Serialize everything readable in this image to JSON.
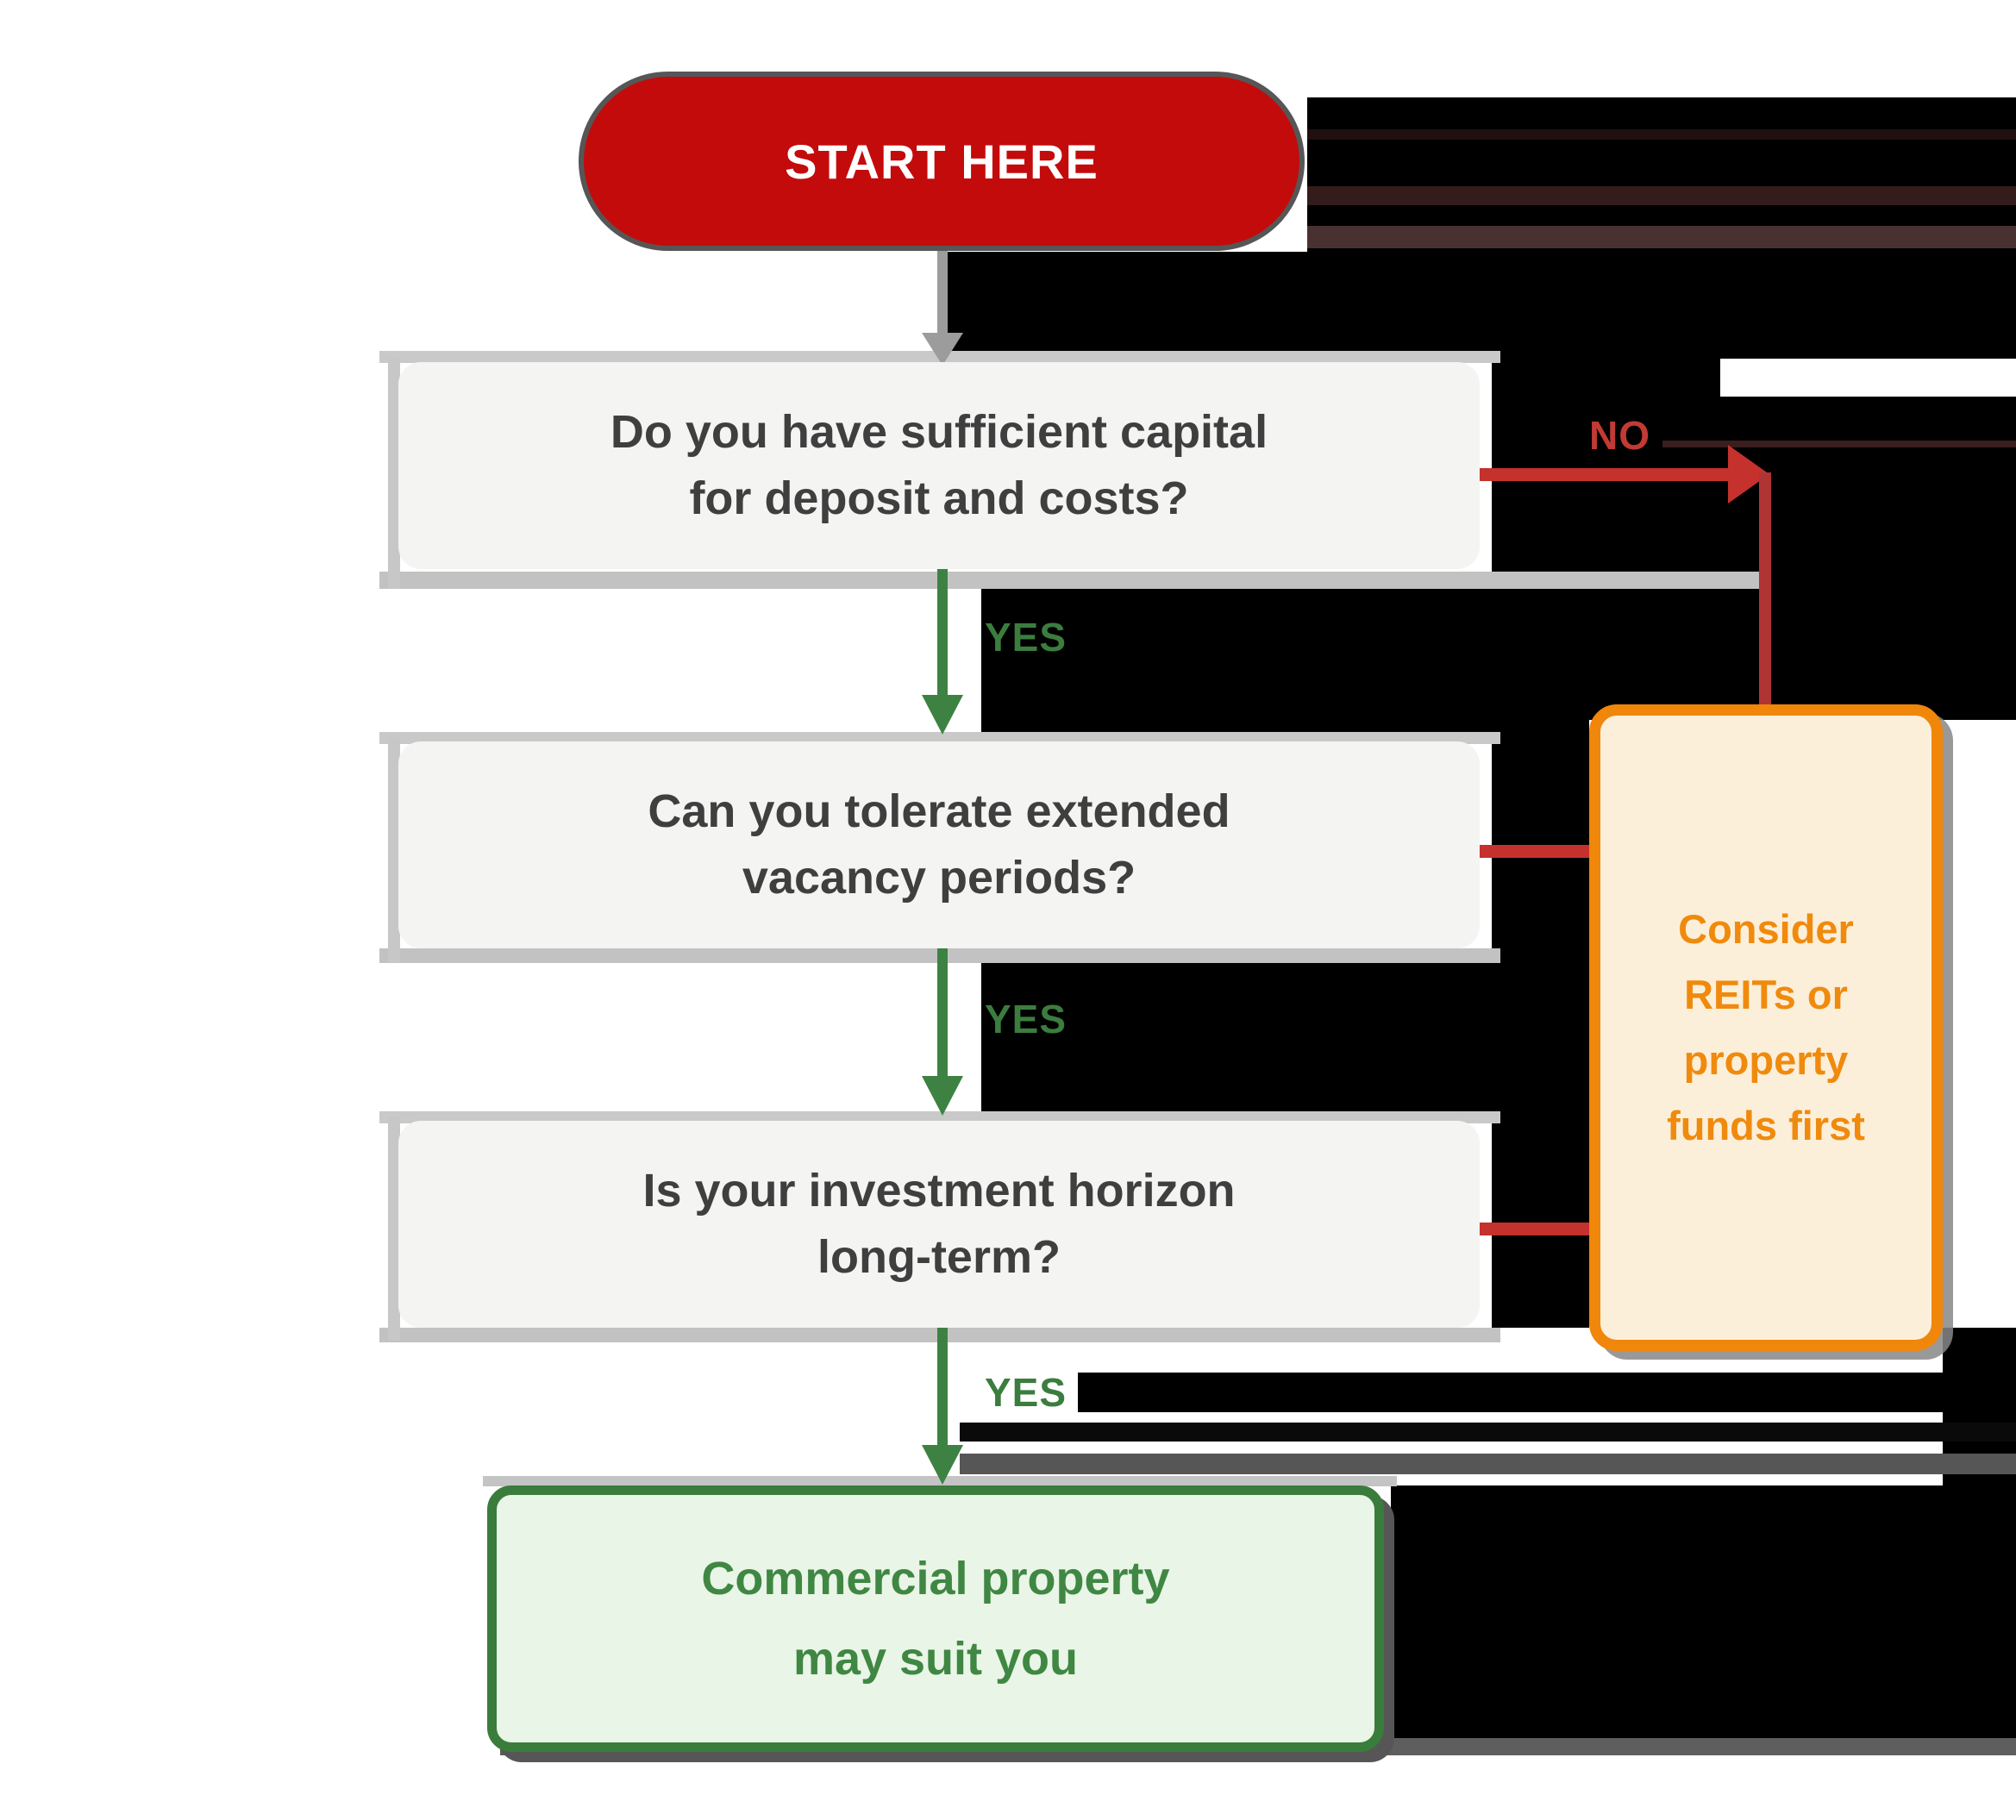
{
  "nodes": {
    "start": {
      "label": "START HERE",
      "color": "#c30b0b"
    },
    "q1": {
      "text": "Do you have sufficient capital\nfor deposit and costs?"
    },
    "q2": {
      "text": "Can you tolerate extended\nvacancy periods?"
    },
    "q3": {
      "text": "Is your investment horizon\nlong-term?"
    },
    "alternative": {
      "text": "Consider\nREITs or\nproperty\nfunds first",
      "color": "#f08a0d"
    },
    "result": {
      "text": "Commercial property\nmay suit you",
      "color": "#3f8743"
    }
  },
  "edges": {
    "q1_yes": {
      "label": "YES"
    },
    "q2_yes": {
      "label": "YES"
    },
    "q3_yes": {
      "label": "YES"
    },
    "q1_no": {
      "label": "NO"
    }
  },
  "colors": {
    "start_fill": "#c30b0b",
    "question_fill": "#f4f4f3",
    "question_text": "#3f3f3f",
    "yes_green": "#3b7d3e",
    "arrow_green": "#3e8243",
    "no_red": "#c23a34",
    "arrow_red": "#c5312c",
    "arrow_red_dark": "#b03434",
    "arrow_gray": "#9c9c9c",
    "alternative_border": "#f0860a",
    "alternative_fill": "#fcefda",
    "result_border": "#3a7c3c",
    "result_fill": "#e9f5e6",
    "backdrop_black": "#000000"
  }
}
